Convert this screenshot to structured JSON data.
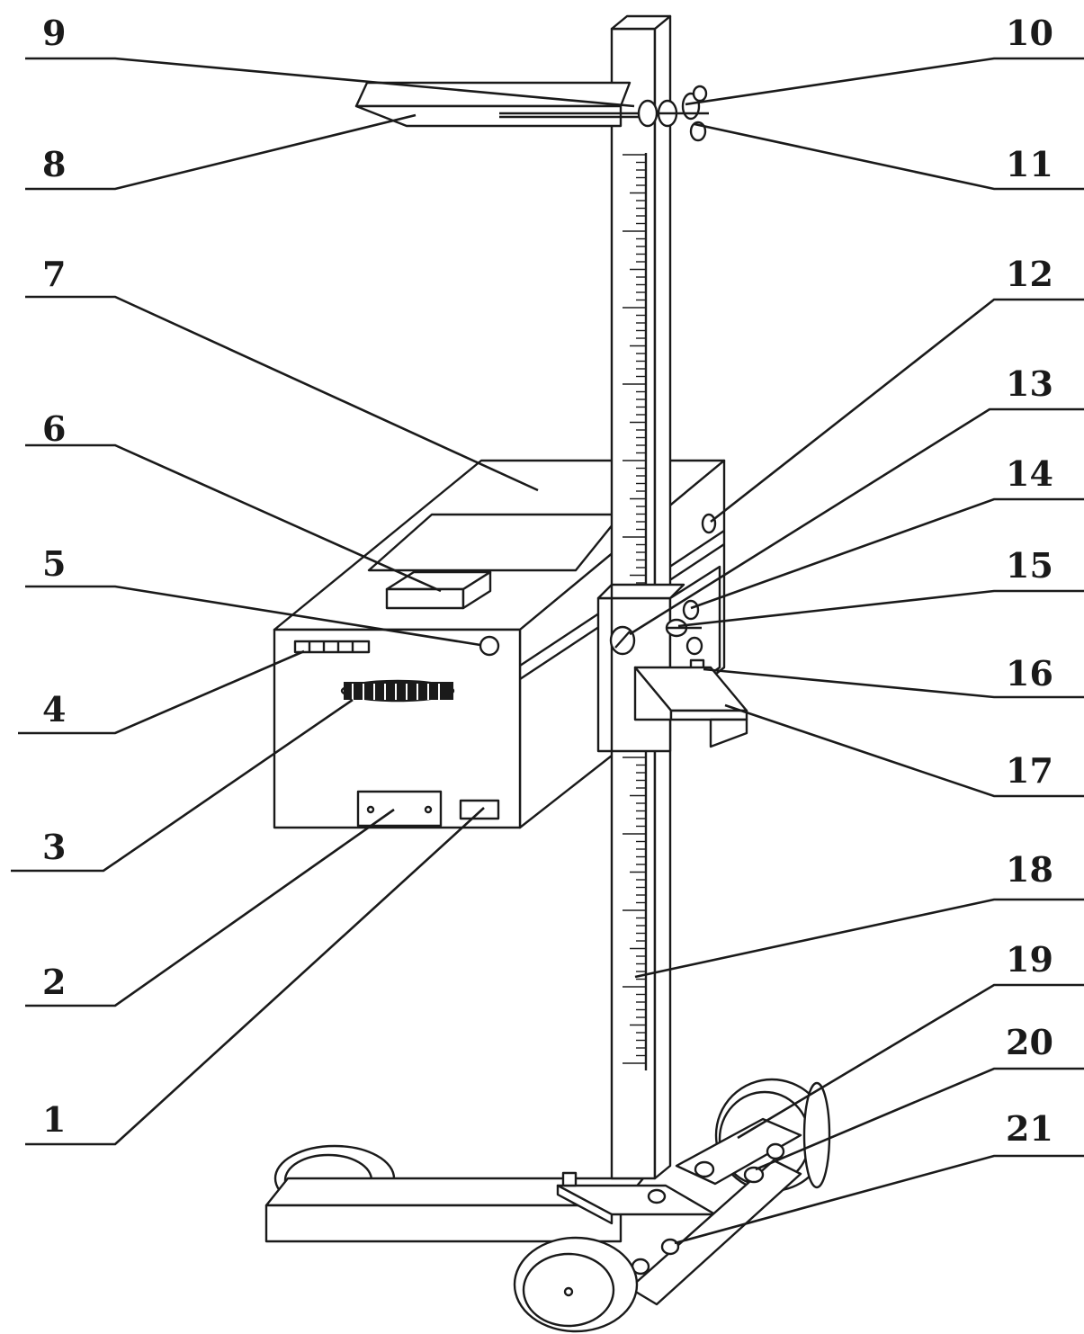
{
  "callouts": [
    {
      "id": "1",
      "text": "1"
    },
    {
      "id": "2",
      "text": "2"
    },
    {
      "id": "3",
      "text": "3"
    },
    {
      "id": "4",
      "text": "4"
    },
    {
      "id": "5",
      "text": "5"
    },
    {
      "id": "6",
      "text": "6"
    },
    {
      "id": "7",
      "text": "7"
    },
    {
      "id": "8",
      "text": "8"
    },
    {
      "id": "9",
      "text": "9"
    },
    {
      "id": "10",
      "text": "10"
    },
    {
      "id": "11",
      "text": "11"
    },
    {
      "id": "12",
      "text": "12"
    },
    {
      "id": "13",
      "text": "13"
    },
    {
      "id": "14",
      "text": "14"
    },
    {
      "id": "15",
      "text": "15"
    },
    {
      "id": "16",
      "text": "16"
    },
    {
      "id": "17",
      "text": "17"
    },
    {
      "id": "18",
      "text": "18"
    },
    {
      "id": "19",
      "text": "19"
    },
    {
      "id": "20",
      "text": "20"
    },
    {
      "id": "21",
      "text": "21"
    }
  ],
  "colors": {
    "ink": "#1a1a1a",
    "paper": "#ffffff"
  }
}
